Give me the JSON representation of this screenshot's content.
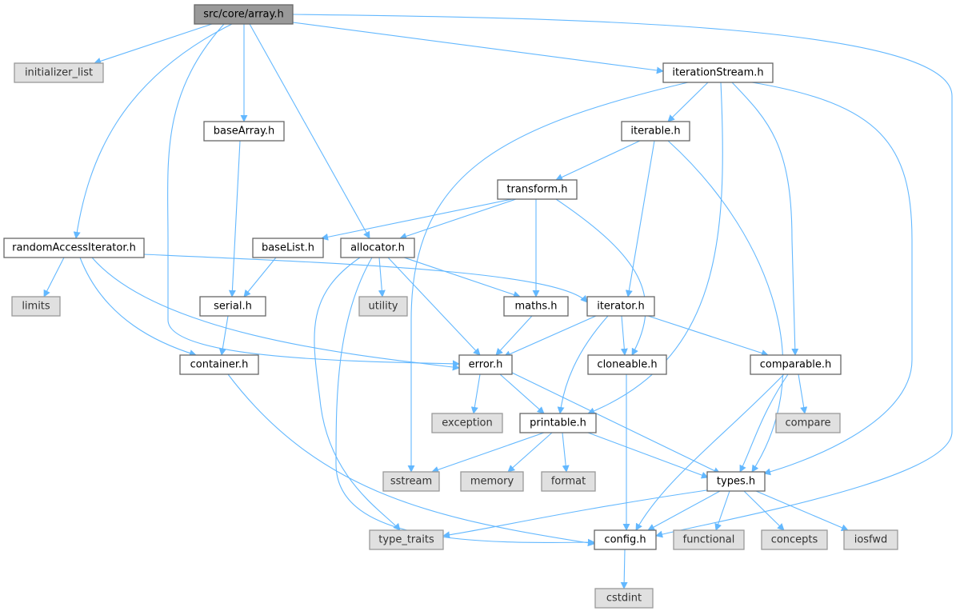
{
  "graph": {
    "root": "src/core/array.h",
    "nodes": {
      "initializer_list": "initializer_list",
      "iterationStream": "iterationStream.h",
      "baseArray": "baseArray.h",
      "iterable": "iterable.h",
      "transform": "transform.h",
      "randomAccessIterator": "randomAccessIterator.h",
      "baseList": "baseList.h",
      "allocator": "allocator.h",
      "limits": "limits",
      "serial": "serial.h",
      "utility": "utility",
      "maths": "maths.h",
      "iterator": "iterator.h",
      "container": "container.h",
      "error": "error.h",
      "cloneable": "cloneable.h",
      "comparable": "comparable.h",
      "exception": "exception",
      "printable": "printable.h",
      "compare": "compare",
      "sstream": "sstream",
      "memory": "memory",
      "format": "format",
      "types": "types.h",
      "type_traits": "type_traits",
      "config": "config.h",
      "functional": "functional",
      "concepts": "concepts",
      "iosfwd": "iosfwd",
      "cstdint": "cstdint"
    }
  },
  "colors": {
    "edge": "#63b8ff",
    "root_fill": "#999999",
    "system_fill": "#e0e0e0",
    "project_fill": "#ffffff"
  }
}
